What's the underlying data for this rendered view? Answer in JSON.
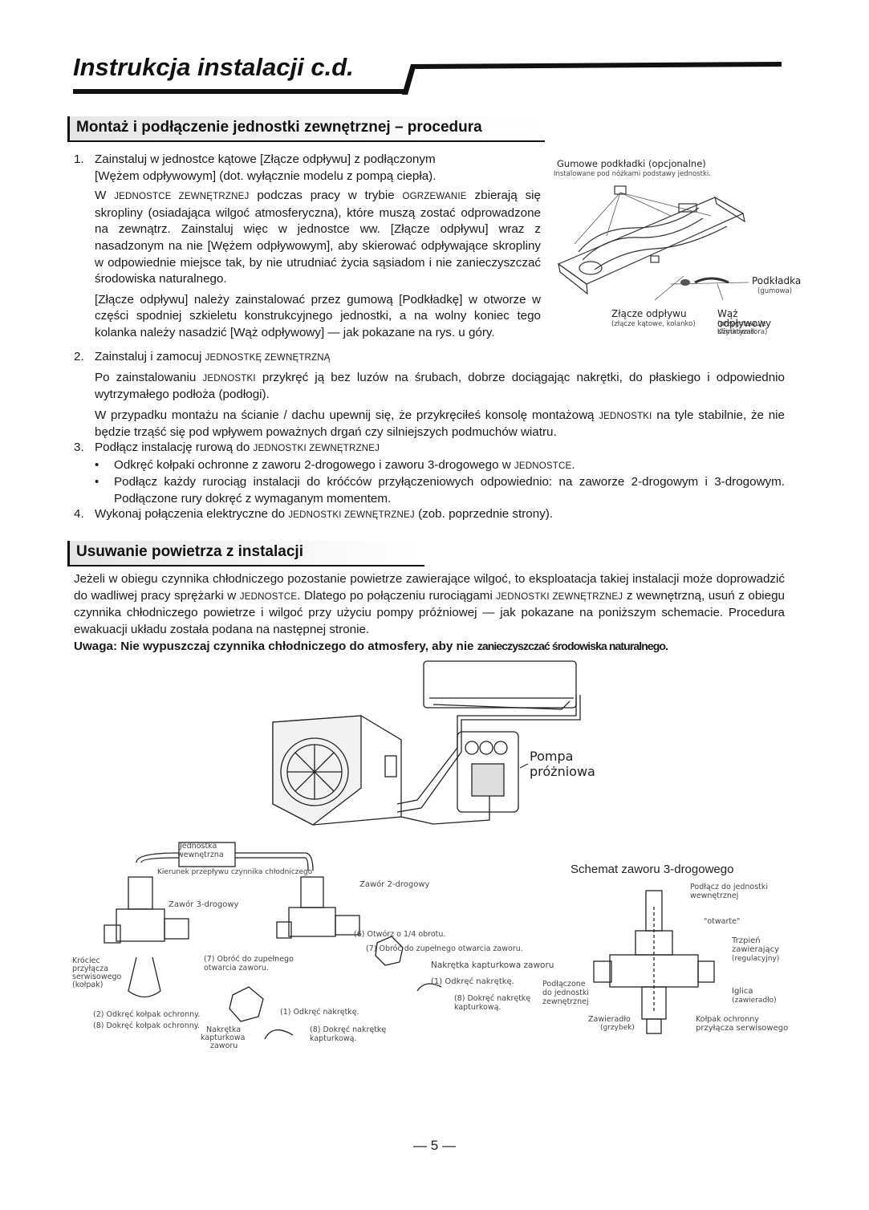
{
  "header": {
    "title": "Instrukcja instalacji c.d."
  },
  "section1": {
    "heading": "Montaż i podłączenie jednostki zewnętrznej – procedura",
    "step1": {
      "num": "1.",
      "line1": "Zainstaluj w jednostce kątowe [Złącze odpływu] z podłączonym",
      "line2": "[Wężem odpływowym] (dot. wyłącznie modelu z pompą ciepła).",
      "p2_a": "W ",
      "p2_sc1": "JEDNOSTCE ZEWNĘTRZNEJ",
      "p2_b": " podczas pracy w trybie ",
      "p2_sc2": "OGRZEWANIE",
      "p2_c": " zbierają się skropliny (osiadająca wilgoć atmosferyczna), które muszą zostać odprowadzone na zewnątrz. Zainstaluj więc w jednostce ww. [Złącze odpływu] wraz z nasadzonym na nie [Wężem odpływowym], aby skierować odpływające skropliny w odpowiednie miejsce tak, by nie utrudniać życia sąsiadom i nie zanieczyszczać środowiska naturalnego.",
      "p3": "[Złącze odpływu] należy zainstalować przez gumową [Podkładkę] w otworze w części spodniej szkieletu konstrukcyjnego jednostki, a na wolny koniec tego kolanka należy nasadzić [Wąż odpływowy] — jak pokazane na rys. u góry."
    },
    "figure1": {
      "caption1": "Gumowe podkładki (opcjonalne)",
      "caption2": "Instalowane pod nóżkami podstawy jednostki.",
      "podkladka": "Podkładka",
      "podkladka_sub": "(gumowa)",
      "zlacze": "Złącze odpływu",
      "zlacze_sub": "(złącze kątowe, kolanko)",
      "waz": "Wąż odpływowy",
      "waz_sub1": "(przygotowuje Użytkownik",
      "waz_sub2": "Klimatyzatora)"
    },
    "step2": {
      "num": "2.",
      "line_a": "Zainstaluj i zamocuj ",
      "line_sc": "JEDNOSTKĘ ZEWNĘTRZNĄ",
      "p1_a": "Po zainstalowaniu ",
      "p1_sc": "JEDNOSTKI",
      "p1_b": " przykręć ją bez luzów na śrubach, dobrze dociągając nakrętki, do płaskiego i odpowiednio wytrzymałego podłoża (podłogi).",
      "p2_a": "W przypadku montażu na ścianie / dachu upewnij się, że przykręciłeś konsolę montażową ",
      "p2_sc": "JEDNOSTKI",
      "p2_b": " na tyle stabilnie, że nie będzie trząść się pod wpływem poważnych drgań czy silniejszych podmuchów wiatru."
    },
    "step3": {
      "num": "3.",
      "line_a": "Podłącz instalację rurową do ",
      "line_sc": "JEDNOSTKI ZEWNĘTRZNEJ",
      "b1_a": "Odkręć kołpaki ochronne z zaworu 2-drogowego i zaworu 3-drogowego w ",
      "b1_sc": "JEDNOSTCE",
      "b1_b": ".",
      "b2": "Podłącz każdy rurociąg instalacji do króćców przyłączeniowych odpowiednio: na zaworze 2-drogowym i 3-drogowym. Podłączone rury dokręć z wymaganym momentem."
    },
    "step4": {
      "num": "4.",
      "line_a": "Wykonaj połączenia elektryczne do ",
      "line_sc": "JEDNOSTKI ZEWNĘTRZNEJ",
      "line_b": " (zob. poprzednie strony)."
    }
  },
  "section2": {
    "heading": "Usuwanie powietrza z instalacji",
    "p_a": "Jeżeli w obiegu czynnika chłodniczego pozostanie powietrze zawierające wilgoć, to eksploatacja takiej instalacji może doprowadzić do wadliwej pracy sprężarki w ",
    "p_sc1": "JEDNOSTCE",
    "p_b": ". Dlatego po połączeniu rurociągami ",
    "p_sc2": "JEDNOSTKI ZEWNĘTRZNEJ",
    "p_c": " z wewnętrzną, usuń z obiegu czynnika chłodniczego powietrze i wilgoć przy użyciu pompy próżniowej — jak pokazane na poniższym schemacie. Procedura ewakuacji układu została podana na następnej stronie.",
    "warning_a": "Uwaga: Nie wypuszczaj czynnika chłodniczego do atmosfery, aby nie ",
    "warning_b": "zanieczyszczać środowiska naturalnego."
  },
  "figure2": {
    "pompa1": "Pompa",
    "pompa2": "próżniowa"
  },
  "figure3": {
    "jednostka1": "Jednostka",
    "jednostka2": "wewnętrzna",
    "kierunek": "Kierunek przepływu czynnika chłodniczego",
    "zawor2": "Zawór 2-drogowy",
    "zawor3": "Zawór 3-drogowy",
    "otworz": "(6) Otwórz o 1/4 obrotu.",
    "obroc7a": "(7) Obróć do zupełnego otwarcia zaworu.",
    "krociec1": "Króciec",
    "krociec2": "przyłącza",
    "krociec3": "serwisowego",
    "krociec4": "(kołpak)",
    "obroc7b1": "(7) Obróć do zupełnego",
    "obroc7b2": "otwarcia zaworu.",
    "nakretka_kap": "Nakrętka kapturkowa zaworu",
    "odkrec1": "(1) Odkręć nakrętkę.",
    "dokrec8a1": "(8) Dokręć nakrętkę",
    "dokrec8a2": "kapturkową.",
    "odkrec2": "(2) Odkręć kołpak ochronny.",
    "dokrec8b": "(8) Dokręć kołpak ochronny.",
    "nakretka1": "Nakrętka",
    "nakretka2": "kapturkowa",
    "nakretka3": "zaworu",
    "odkrec1b": "(1) Odkręć nakrętkę.",
    "dokrec8c1": "(8) Dokręć nakrętkę",
    "dokrec8c2": "kapturkową."
  },
  "figure4": {
    "title": "Schemat zaworu 3-drogowego",
    "podlacz_w1": "Podłącz do jednostki",
    "podlacz_w2": "wewnętrznej",
    "otwarte": "\"otwarte\"",
    "trzpien1": "Trzpień",
    "trzpien2": "zawierający",
    "trzpien3": "(regulacyjny)",
    "podlacz_z1": "Podłączone",
    "podlacz_z2": "do jednostki",
    "podlacz_z3": "zewnętrznej",
    "iglica1": "Iglica",
    "iglica2": "(zawieradło)",
    "zawieradlo1": "Zawieradło",
    "zawieradlo2": "(grzybek)",
    "kolpak1": "Kołpak ochronny",
    "kolpak2": "przyłącza serwisowego"
  },
  "footer": {
    "page": "— 5 —"
  }
}
